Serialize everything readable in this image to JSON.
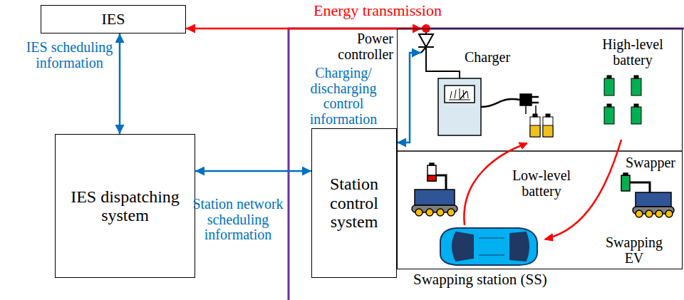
{
  "diagram": {
    "nodes": [
      {
        "text": [
          "IES"
        ]
      },
      {
        "text": [
          "IES dispatching system"
        ]
      },
      {
        "text": [
          "Station control system"
        ]
      },
      {
        "text": [
          "Swapping station (SS)"
        ]
      }
    ],
    "edges": [
      {
        "from": 0,
        "to": 3,
        "arrow": "both",
        "label": "Energy transmission"
      },
      {
        "from": 0,
        "to": 1,
        "arrow": "both",
        "label": "IES scheduling information"
      },
      {
        "from": 1,
        "to": 2,
        "arrow": "both",
        "label": "Station network scheduling information"
      },
      {
        "from": 2,
        "to": 3,
        "arrow": "both",
        "label": "Charging/ discharging control information"
      }
    ],
    "labels": [
      "Power controller",
      "Charger",
      "High-level battery",
      "Low-level battery",
      "Swapper",
      "Swapping EV"
    ]
  }
}
